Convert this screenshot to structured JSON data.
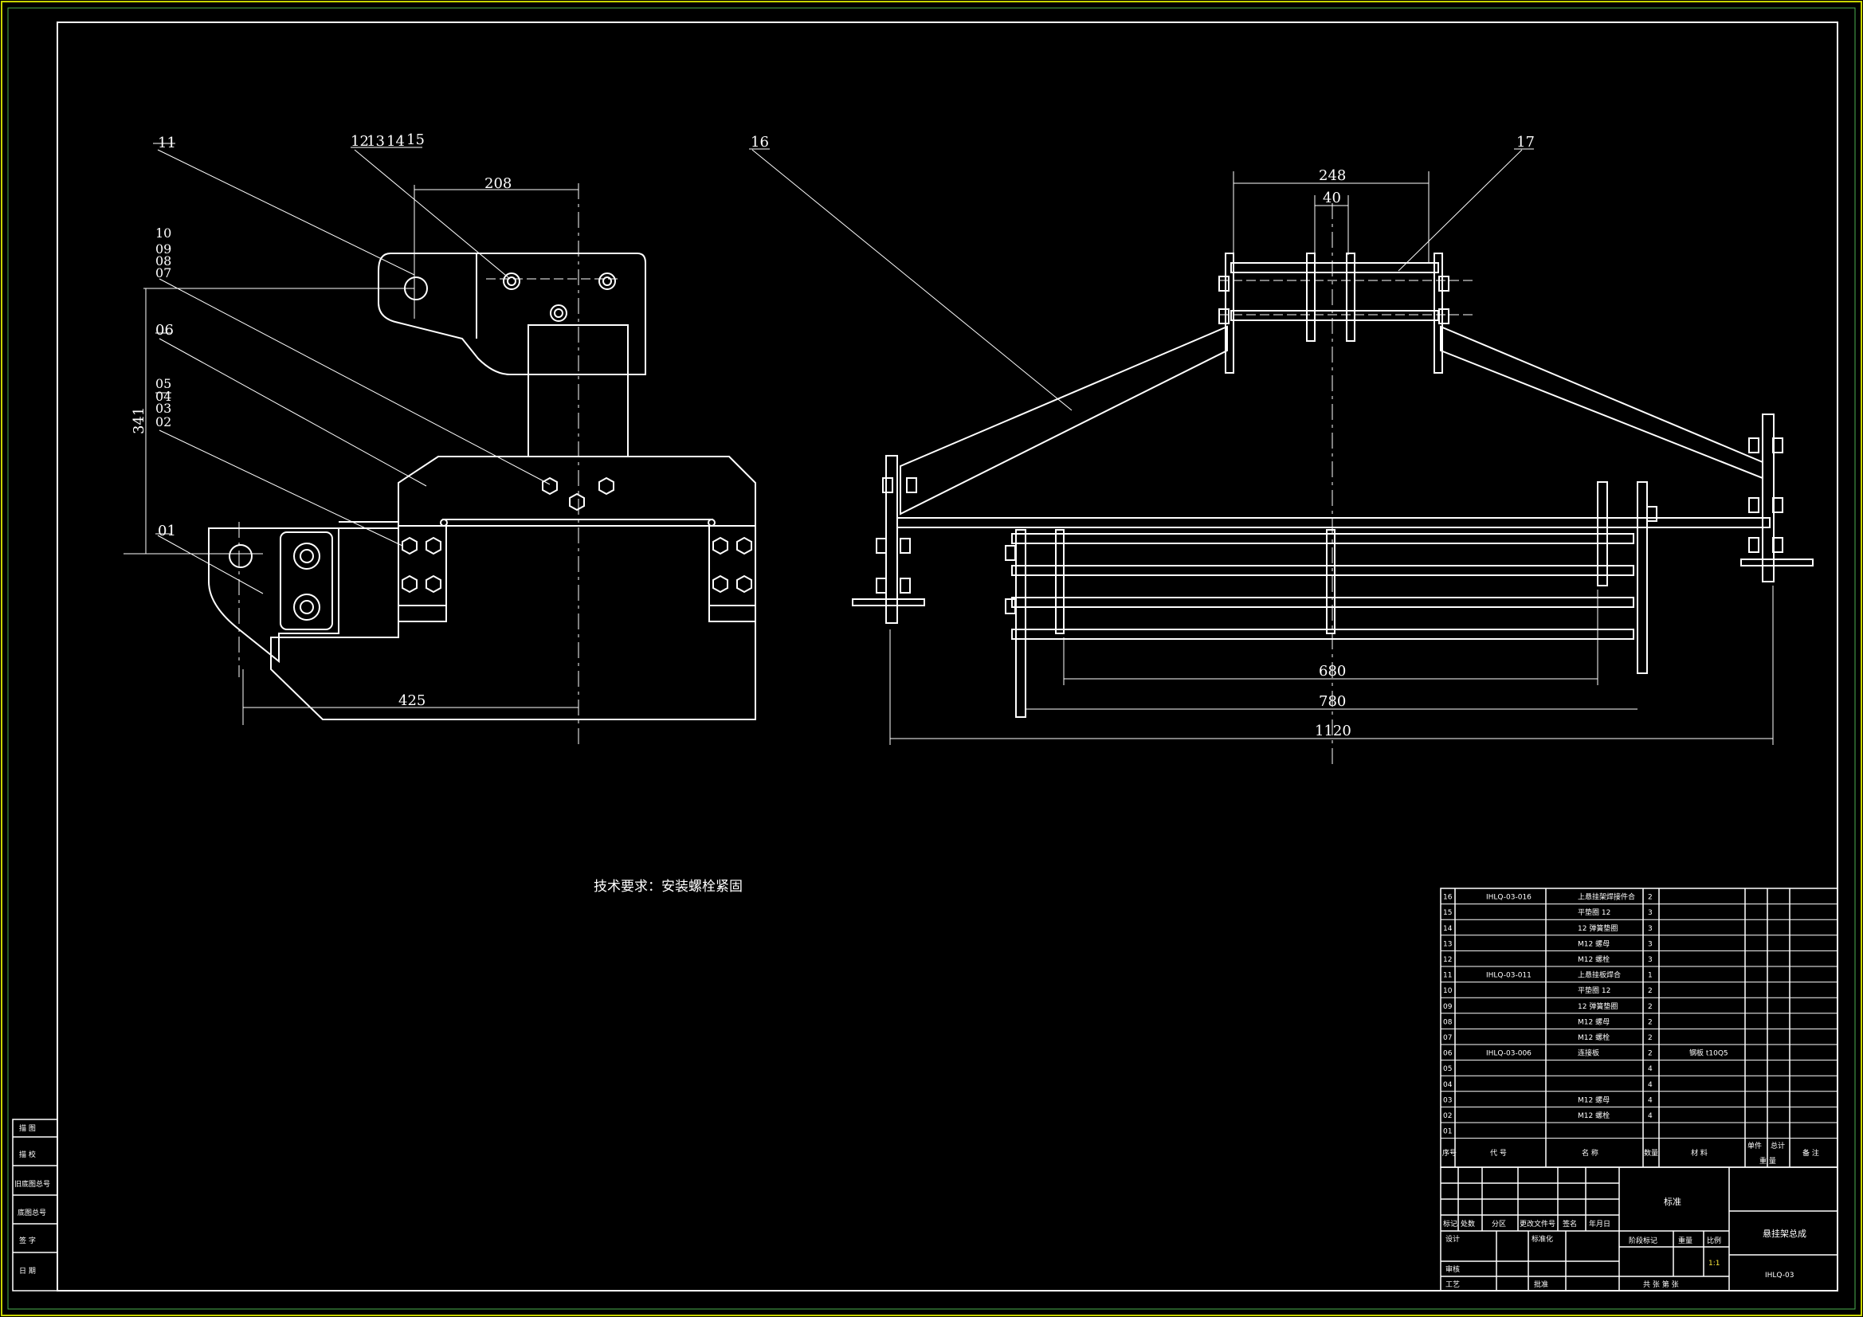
{
  "drawing": {
    "tech_requirement": "技术要求：安装螺栓紧固",
    "colors": {
      "background": "#000000",
      "line": "#ffffff",
      "frame_outer": "#c8d400",
      "frame_inner": "#4caf50"
    }
  },
  "left_view": {
    "dim_208": "208",
    "dim_341": "341",
    "dim_425": "425",
    "labels": {
      "l11": "11",
      "l12": "12",
      "l13": "13",
      "l14": "14",
      "l15": "15",
      "l10": "10",
      "l09": "09",
      "l08": "08",
      "l07": "07",
      "l06": "06",
      "l05": "05",
      "l04": "04",
      "l03": "03",
      "l02": "02",
      "l01": "01"
    }
  },
  "right_view": {
    "dim_248": "248",
    "dim_40": "40",
    "dim_680": "680",
    "dim_780": "780",
    "dim_1120": "1120",
    "labels": {
      "l16": "16",
      "l17": "17"
    }
  },
  "side_table": {
    "rows": [
      "描 图",
      "描 校",
      "旧底图总号",
      "底图总号",
      "签 字",
      "日 期"
    ]
  },
  "bom": {
    "rows": [
      {
        "no": "16",
        "code": "IHLQ-03-016",
        "name": "上悬挂架焊接件合",
        "qty": "2",
        "material": ""
      },
      {
        "no": "15",
        "code": "",
        "name": "平垫圈 12",
        "qty": "3",
        "material": ""
      },
      {
        "no": "14",
        "code": "",
        "name": "12 弹簧垫圈",
        "qty": "3",
        "material": ""
      },
      {
        "no": "13",
        "code": "",
        "name": "M12 螺母",
        "qty": "3",
        "material": ""
      },
      {
        "no": "12",
        "code": "",
        "name": "M12 螺栓",
        "qty": "3",
        "material": ""
      },
      {
        "no": "11",
        "code": "IHLQ-03-011",
        "name": "上悬挂板焊合",
        "qty": "1",
        "material": ""
      },
      {
        "no": "10",
        "code": "",
        "name": "平垫圈 12",
        "qty": "2",
        "material": ""
      },
      {
        "no": "09",
        "code": "",
        "name": "12 弹簧垫圈",
        "qty": "2",
        "material": ""
      },
      {
        "no": "08",
        "code": "",
        "name": "M12 螺母",
        "qty": "2",
        "material": ""
      },
      {
        "no": "07",
        "code": "",
        "name": "M12 螺栓",
        "qty": "2",
        "material": ""
      },
      {
        "no": "06",
        "code": "IHLQ-03-006",
        "name": "连接板",
        "qty": "2",
        "material": "钢板 t10Q5"
      },
      {
        "no": "05",
        "code": "",
        "name": "",
        "qty": "4",
        "material": ""
      },
      {
        "no": "04",
        "code": "",
        "name": "",
        "qty": "4",
        "material": ""
      },
      {
        "no": "03",
        "code": "",
        "name": "M12 螺母",
        "qty": "4",
        "material": ""
      },
      {
        "no": "02",
        "code": "",
        "name": "M12 螺栓",
        "qty": "4",
        "material": ""
      },
      {
        "no": "01",
        "code": "",
        "name": "",
        "qty": "",
        "material": ""
      }
    ],
    "header": {
      "no": "序号",
      "code": "代 号",
      "name": "名 称",
      "qty": "数量",
      "material": "材 料",
      "unit": "单件",
      "total": "总计",
      "weight": "重 量",
      "remark": "备 注"
    }
  },
  "title_block": {
    "material_cell": "标准",
    "title": "悬挂架总成",
    "drawing_no": "IHLQ-03",
    "scale": "1:1",
    "row_labels": {
      "mark": "标记",
      "count": "处数",
      "zone": "分区",
      "change_doc": "更改文件号",
      "sign": "签名",
      "date": "年月日"
    },
    "design": "设计",
    "standardize": "标准化",
    "check": "审核",
    "process": "工艺",
    "approve": "批准",
    "stage_mark": "阶段标记",
    "weight": "重量",
    "ratio": "比例",
    "sheets": "共 张 第 张"
  }
}
